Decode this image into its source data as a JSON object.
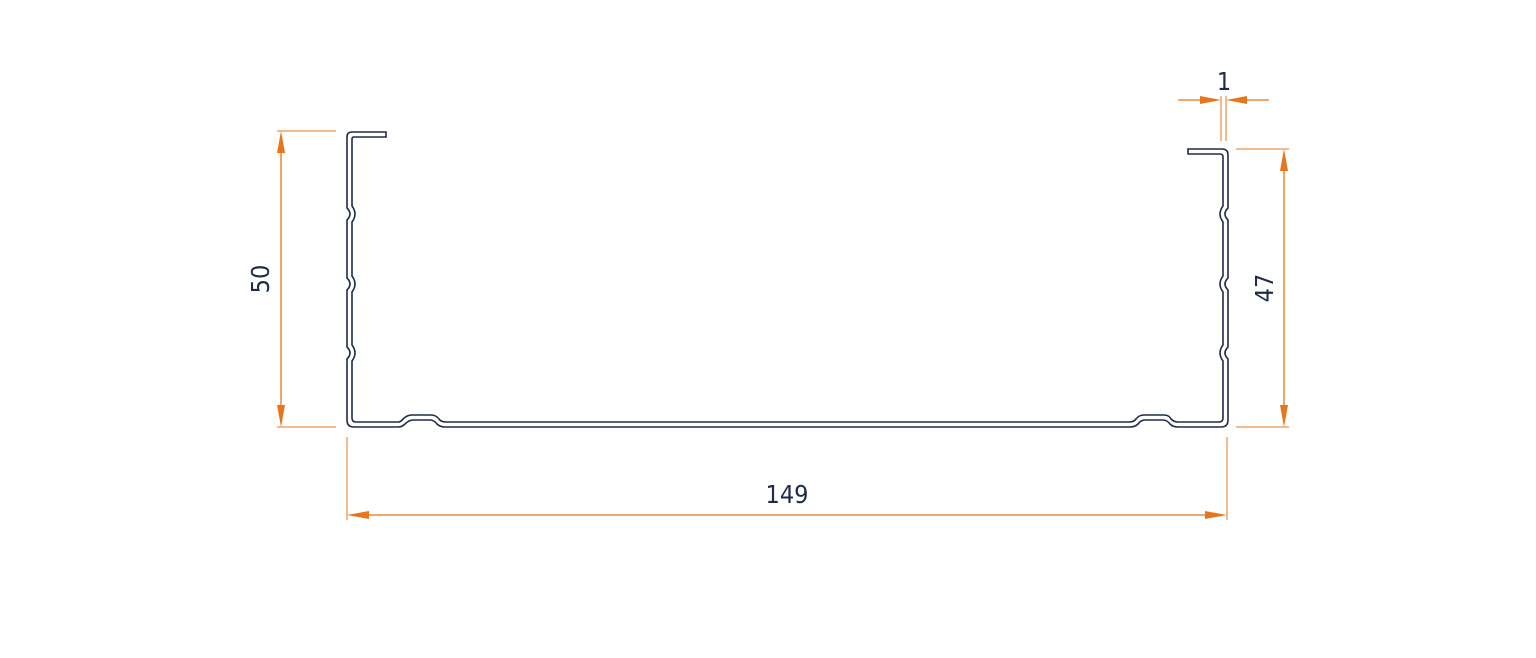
{
  "colors": {
    "profile": "#1f2b4a",
    "dimension": "#e8751a",
    "text": "#1f2b4a",
    "background": "#ffffff"
  },
  "dimensions": {
    "width_label": "149",
    "left_height_label": "50",
    "right_height_label": "47",
    "thickness_label": "1"
  }
}
